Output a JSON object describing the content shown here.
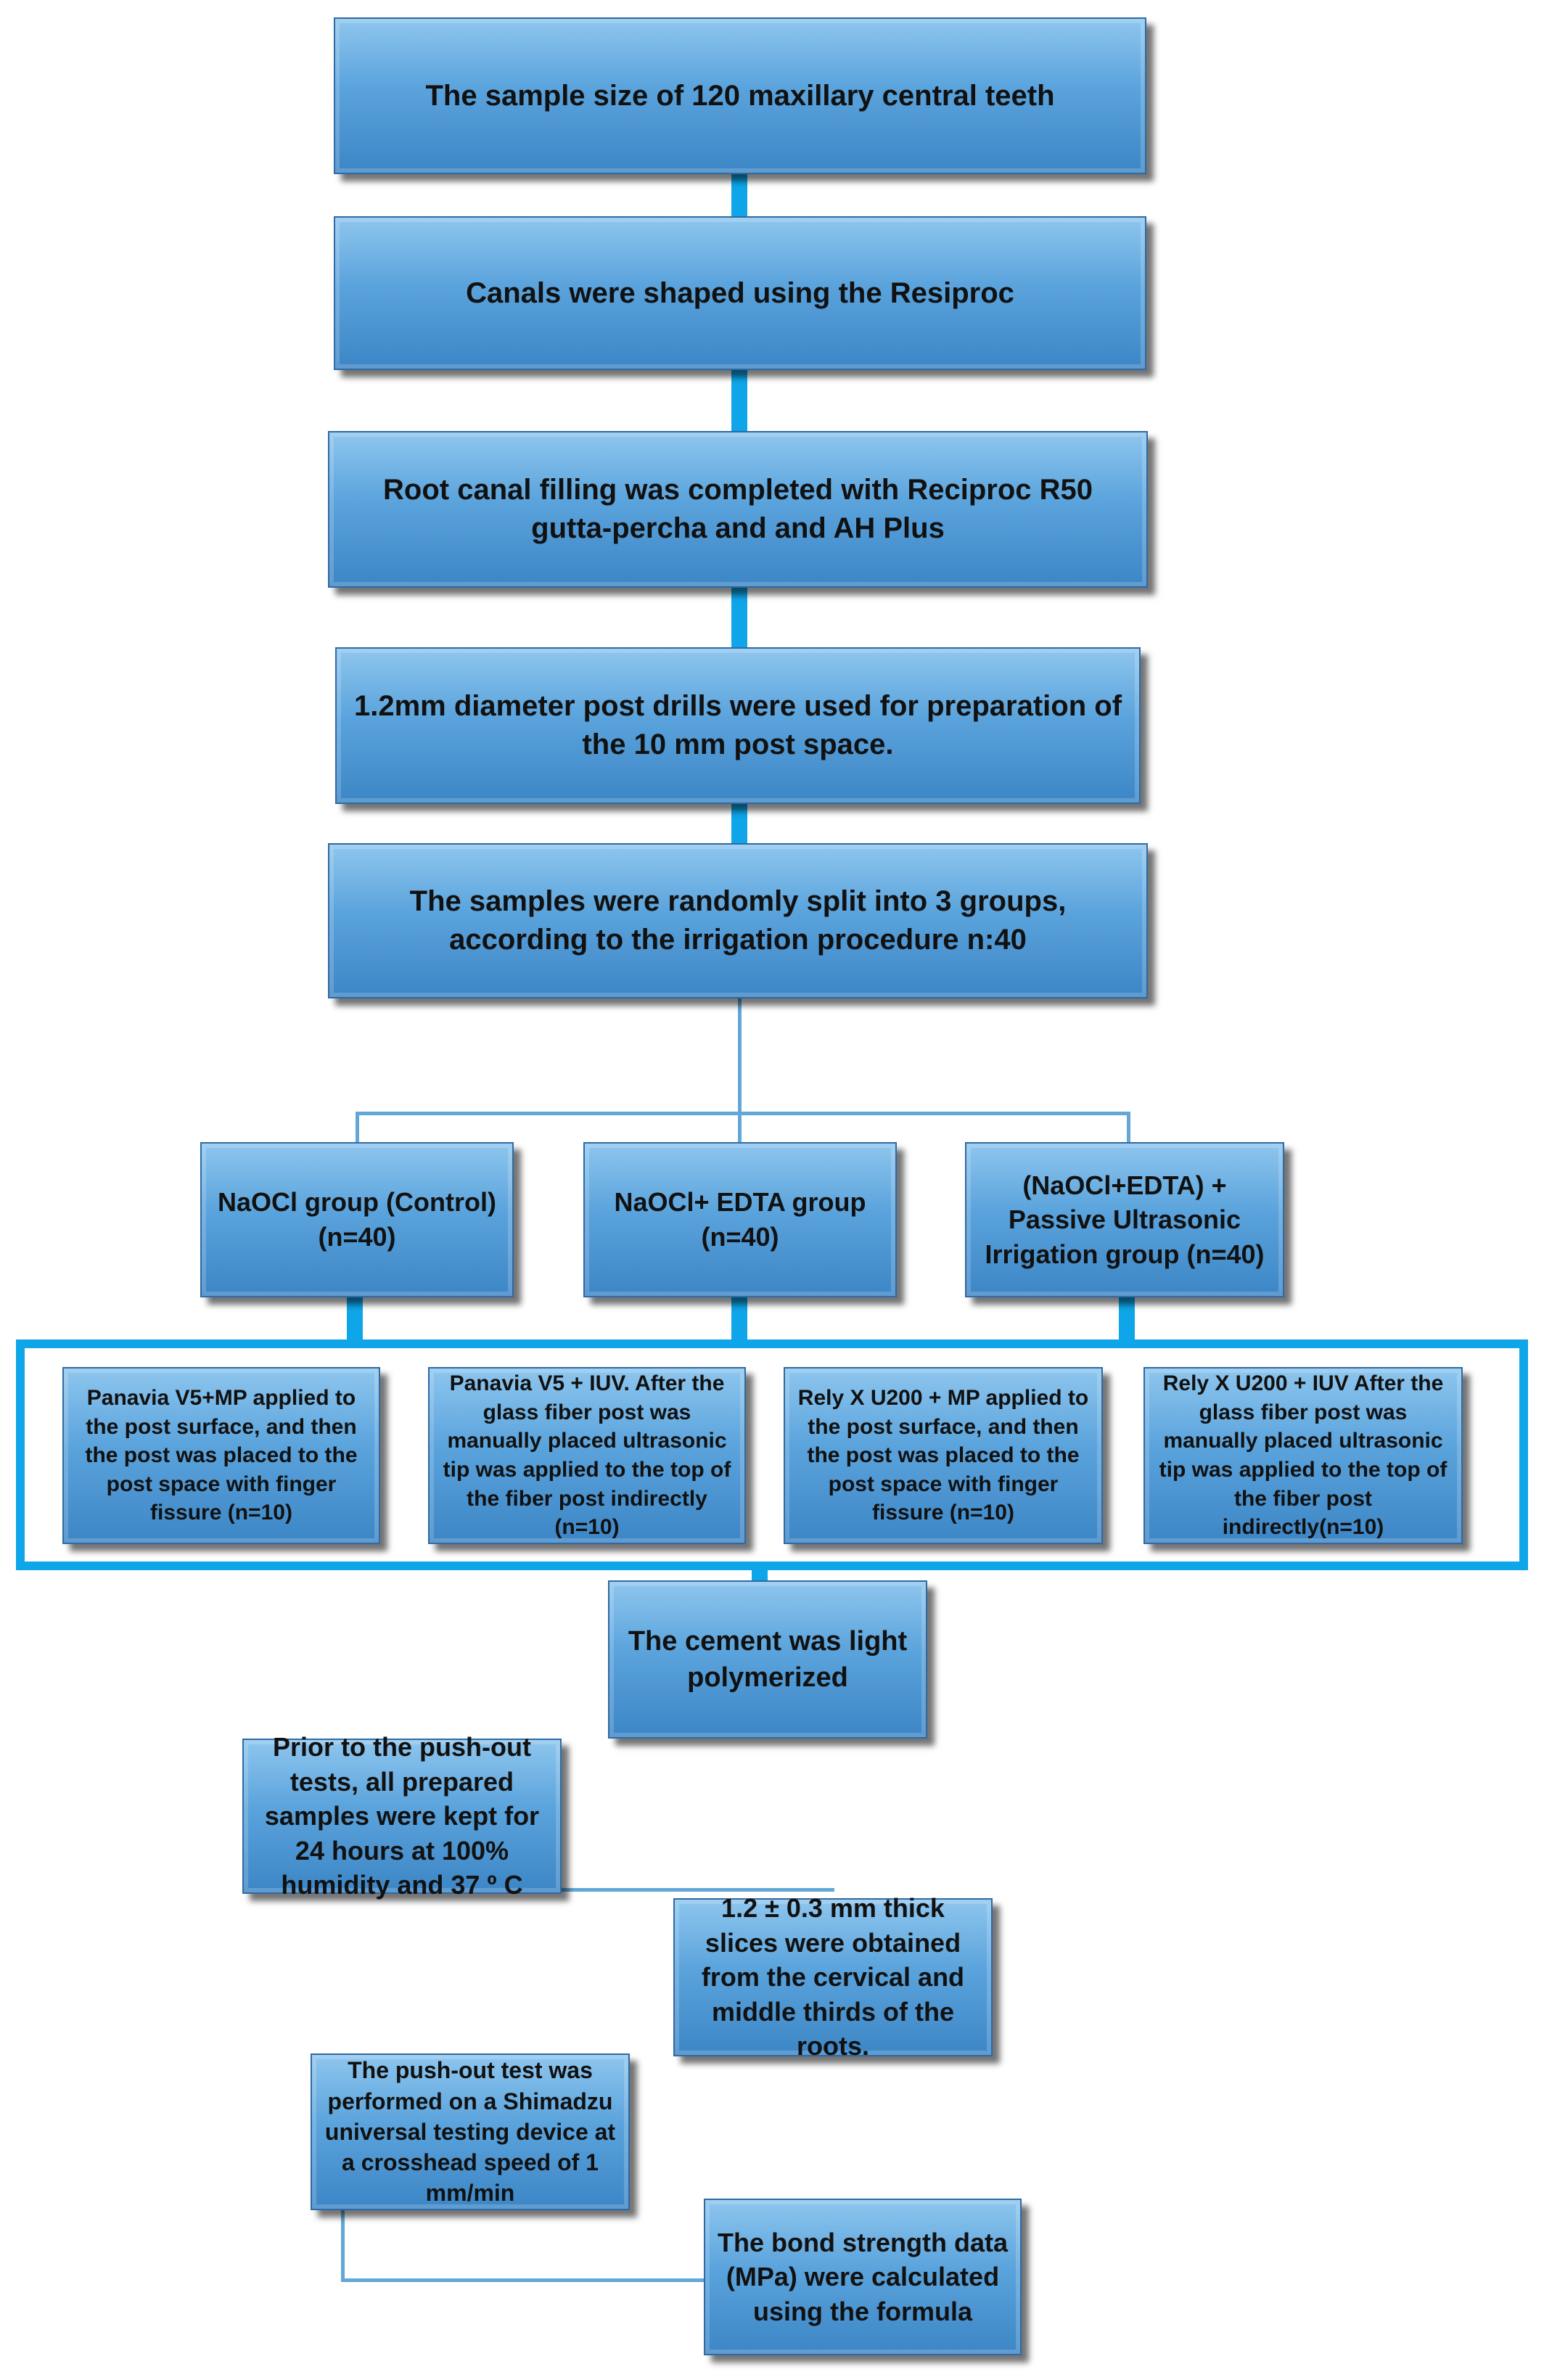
{
  "flow": {
    "step1": "The sample size of 120 maxillary  central teeth",
    "step2": "Canals  were shaped  using  the Resiproc",
    "step3": "Root canal  filling was completed with Reciproc R50 gutta-percha and and AH Plus",
    "step4": "1.2mm diameter post drills were used for preparation of the 10 mm post space.",
    "step5": "The samples  were randomly split into 3 groups, according to the irrigation procedure n:40"
  },
  "groups": [
    {
      "label": "NaOCl group  (Control)\n(n=40)"
    },
    {
      "label": "NaOCl+ EDTA group\n(n=40)"
    },
    {
      "label": "(NaOCl+EDTA) + Passive Ultrasonic Irrigation group  (n=40)"
    }
  ],
  "subgroups": [
    {
      "label": "Panavia V5+MP applied to the post surface, and then the post was placed to the post space with finger fissure (n=10)"
    },
    {
      "label": "Panavia V5 + IUV. After the glass fiber post was manually placed ultrasonic tip was applied to the top of the fiber post indirectly (n=10)"
    },
    {
      "label": "Rely X U200 + MP applied to the post surface, and then the post was placed to the post space with finger fissure (n=10)"
    },
    {
      "label": "Rely X U200 + IUV After the glass fiber post was manually placed ultrasonic tip was applied to the top of the fiber post indirectly(n=10)"
    }
  ],
  "after": {
    "cement": "The cement was light polymerized",
    "storage": "Prior to the push-out tests, all prepared samples were kept for 24 hours at 100% humidity and 37 º C",
    "slices": "1.2 ± 0.3 mm thick slices were obtained  from the cervical and middle thirds of the roots.",
    "pushout": "The push-out test was performed on a Shimadzu universal testing device at a crosshead speed of 1 mm/min",
    "bond": "The bond  strength data (MPa) were calculated using the formula"
  },
  "colors": {
    "box_top": "#8ec6ee",
    "box_bottom": "#3d86c6",
    "connector": "#0ea5e9"
  }
}
